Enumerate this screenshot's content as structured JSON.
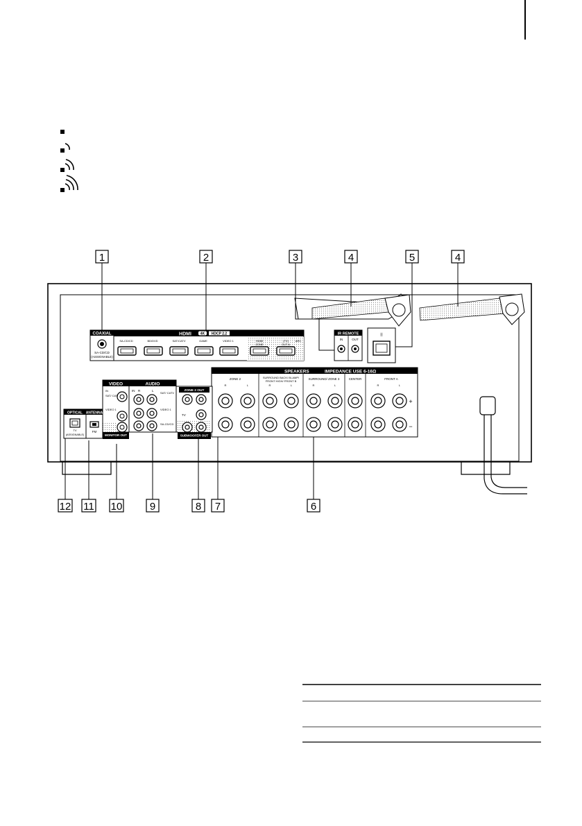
{
  "labels": {
    "coaxial": "COAXIAL",
    "coaxial_sub": "SA-CD/CD",
    "coaxial_sub2": "(ASSIGNABLE)",
    "hdmi": "HDMI",
    "hdmi_4k": "4K",
    "hdcp": "HDCP 2.2",
    "hdmi_in_1": "SA-CD/CD",
    "hdmi_in_2": "BD/DVD",
    "hdmi_in_3": "SAT/CATV",
    "hdmi_in_4": "GAME",
    "hdmi_in_5": "VIDEO 1",
    "hdmi_out_1": "HDMI",
    "hdmi_out_1b": "ZONE",
    "hdmi_out_2": "(TV)",
    "hdmi_out_2b": "OUT A",
    "hdmi_arc": "ARC",
    "ir_remote": "IR REMOTE",
    "ir_in": "IN",
    "ir_out": "OUT",
    "speakers_header": "SPEAKERS",
    "impedance": "IMPEDANCE USE 6-16Ω",
    "zone2": "ZONE 2",
    "surround_back": "SURROUND BACK/ BI-AMP/",
    "front_high": "FRONT HIGH/ FRONT B",
    "surround_zone3": "SURROUND/ ZONE 3",
    "center": "CENTER",
    "front_a": "FRONT A",
    "R": "R",
    "L": "L",
    "plus": "+",
    "minus": "−",
    "video": "VIDEO",
    "video_in": "IN",
    "video_sat": "SAT/ CATV",
    "video_1": "VIDEO 1",
    "monitor_out": "MONITOR OUT",
    "audio": "AUDIO",
    "audio_in": "IN",
    "audio_sat": "SAT/ CATV",
    "audio_video1": "VIDEO 1",
    "audio_sacd": "SA-CD/CD",
    "zone2_out": "ZONE 2 OUT",
    "tv": "TV",
    "subwoofer_out": "SUBWOOFER OUT",
    "optical": "OPTICAL",
    "optical_tv": "TV",
    "optical_assign": "(ASSIGNABLE)",
    "antenna": "ANTENNA",
    "fm": "FM"
  },
  "callouts": {
    "c1": "1",
    "c2": "2",
    "c3": "3",
    "c4a": "4",
    "c5": "5",
    "c4b": "4",
    "c12": "12",
    "c11": "11",
    "c10": "10",
    "c9": "9",
    "c8": "8",
    "c7": "7",
    "c6": "6"
  },
  "icons": [
    "wifi-signal-0-icon",
    "wifi-signal-1-icon",
    "wifi-signal-2-icon",
    "wifi-signal-3-icon"
  ]
}
